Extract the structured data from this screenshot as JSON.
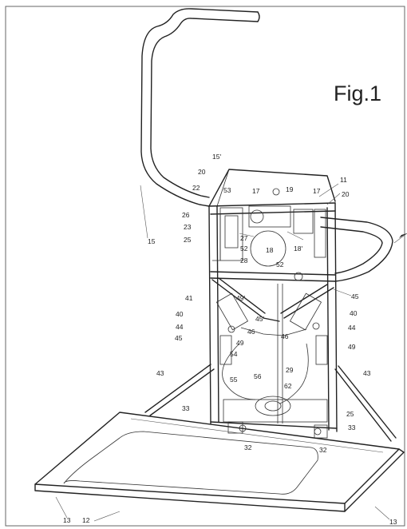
{
  "figure": {
    "title": "Fig.1",
    "labels": {
      "l15top": "15'",
      "l20a": "20",
      "l22": "22",
      "l53": "53",
      "l17a": "17",
      "l19": "19",
      "l17b": "17",
      "l11": "11",
      "l20b": "20",
      "l26": "26",
      "l23": "23",
      "l25a": "25",
      "l15": "15",
      "l27": "27",
      "l52a": "52",
      "l28": "28",
      "l18a": "18",
      "l18b": "18'",
      "l52b": "52",
      "l41": "41",
      "l49": "49'",
      "l45a": "45",
      "l40a": "40",
      "l45b": "45'",
      "l40b": "40",
      "l44a": "44",
      "l46a": "46",
      "l44b": "44",
      "l45c": "45",
      "l49b": "49",
      "l46b": "46",
      "l49c": "49",
      "l54": "54",
      "l43a": "43",
      "l29": "29",
      "l43b": "43",
      "l55": "55",
      "l56": "56",
      "l62": "62",
      "l33a": "33",
      "l25b": "25",
      "l32a": "32",
      "l33b": "33",
      "l32b": "32",
      "l13a": "13",
      "l12": "12",
      "l13b": "13"
    }
  }
}
